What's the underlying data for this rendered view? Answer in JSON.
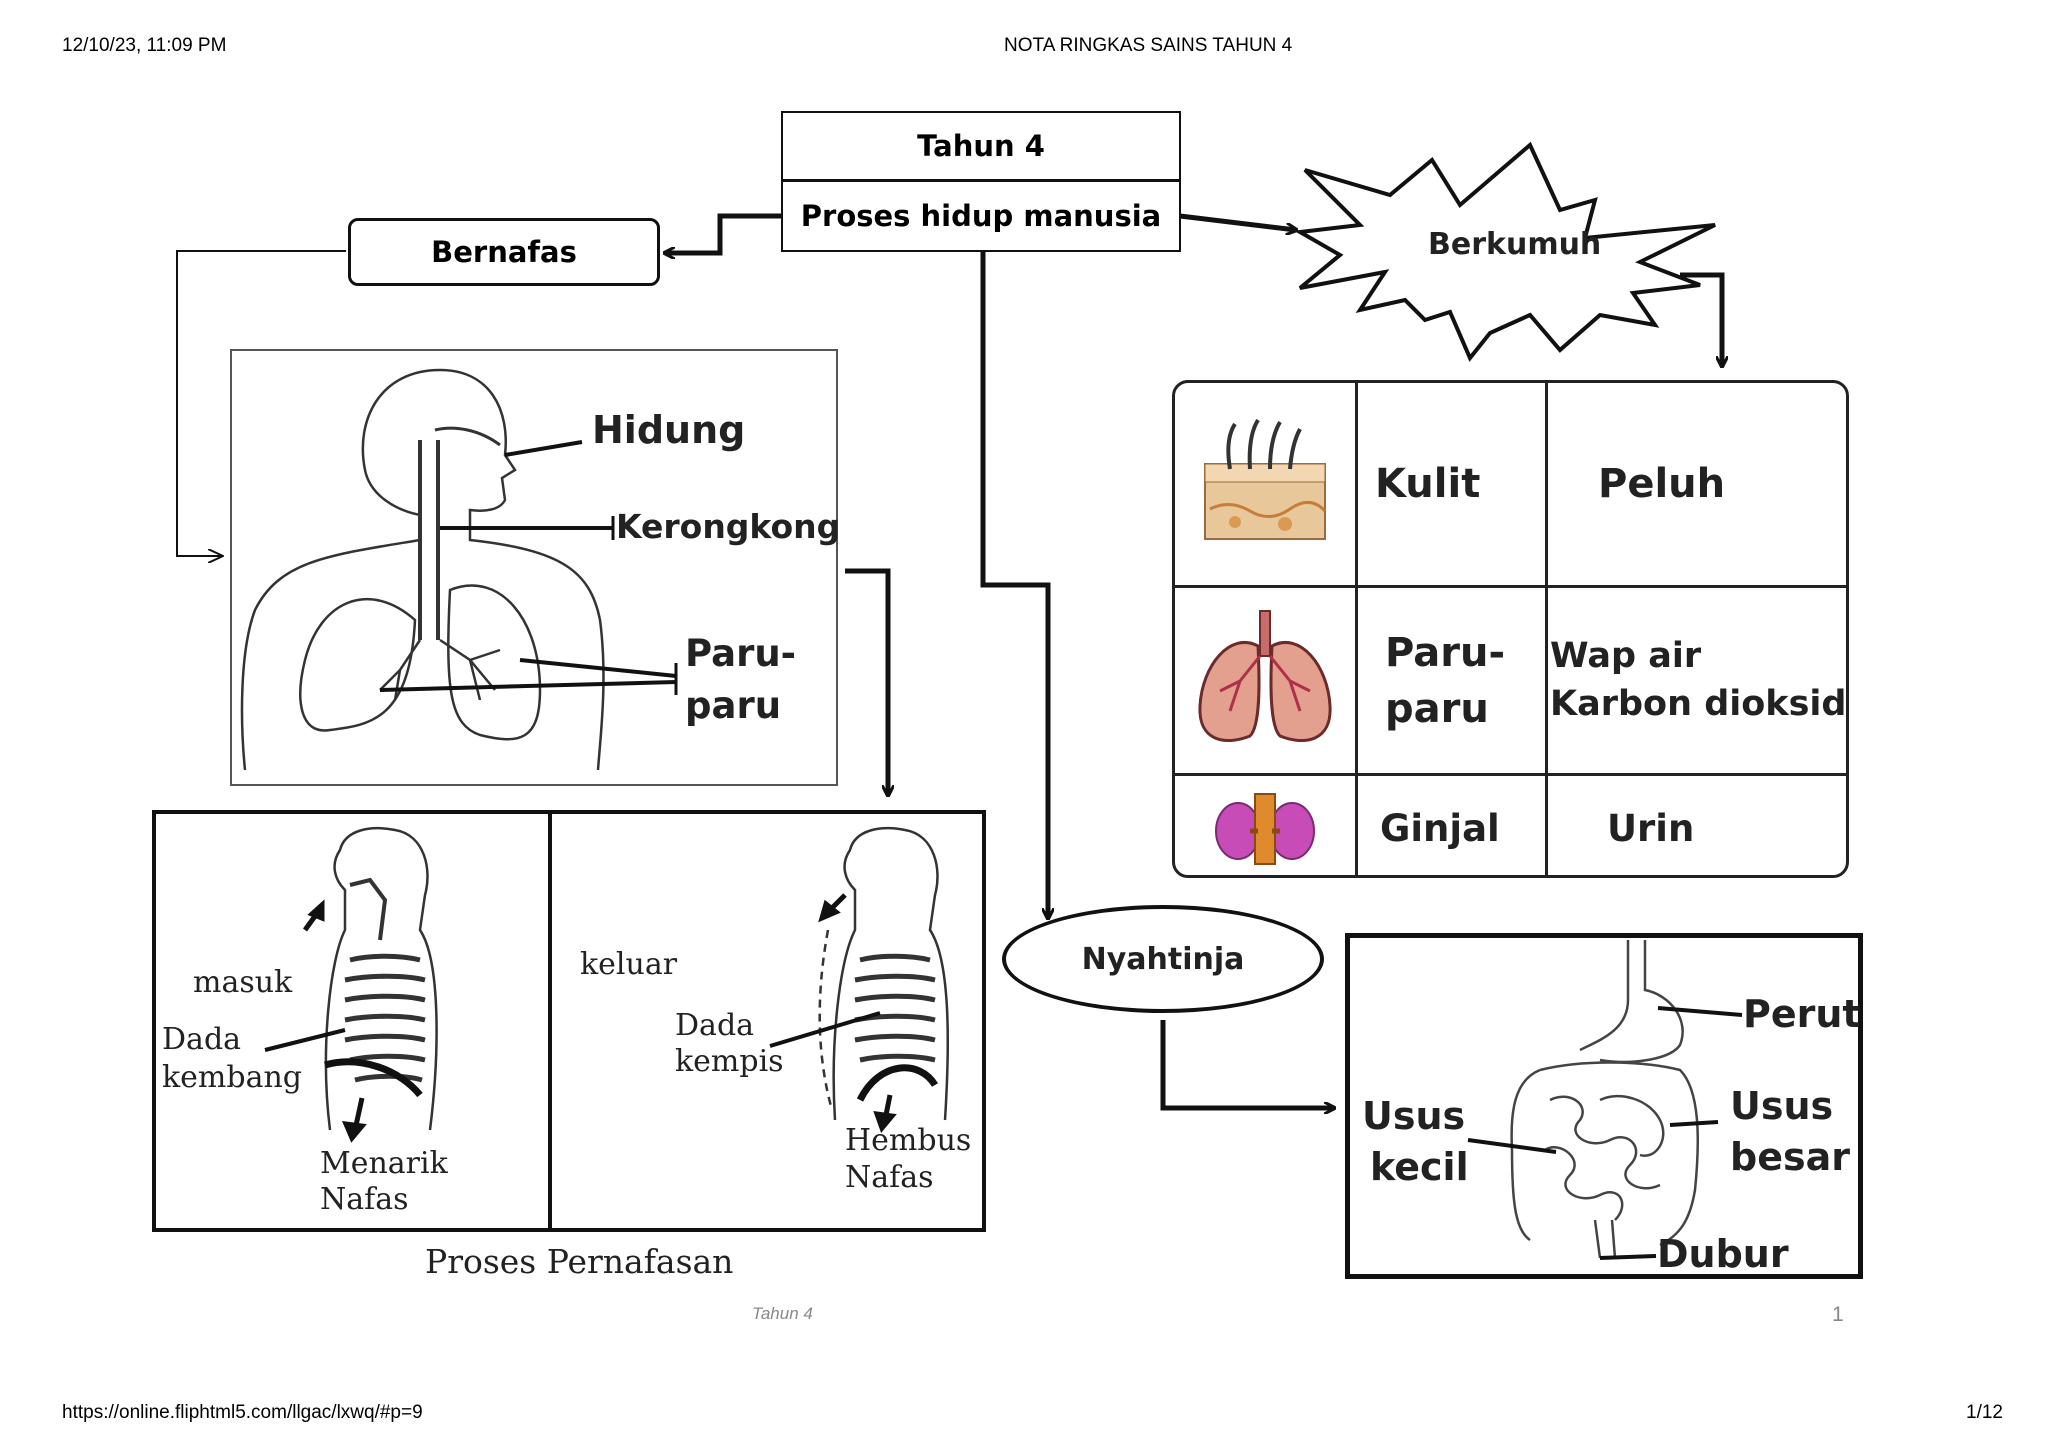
{
  "header": {
    "datetime": "12/10/23, 11:09 PM",
    "title": "NOTA RINGKAS SAINS TAHUN 4"
  },
  "footer": {
    "url": "https://online.fliphtml5.com/llgac/lxwq/#p=9",
    "page_count": "1/12",
    "page_label": "Tahun 4",
    "page_number": "1"
  },
  "diagram": {
    "top_box": {
      "title": "Tahun 4",
      "subtitle": "Proses hidup manusia"
    },
    "bernafas": "Bernafas",
    "berkumuh": "Berkumuh",
    "nyahtinja": "Nyahtinja",
    "respiratory_labels": {
      "hidung": "Hidung",
      "kerongkong": "Kerongkong",
      "paru_1": "Paru-",
      "paru_2": "paru"
    },
    "breathing": {
      "masuk": "masuk",
      "dada_kembang_1": "Dada",
      "dada_kembang_2": "kembang",
      "menarik_1": "Menarik",
      "menarik_2": "Nafas",
      "keluar": "keluar",
      "dada_kempis_1": "Dada",
      "dada_kempis_2": "kempis",
      "hembus_1": "Hembus",
      "hembus_2": "Nafas",
      "caption": "Proses Pernafasan"
    },
    "excretion_table": [
      {
        "icon": "skin-icon",
        "organ": "Kulit",
        "product": [
          "Peluh"
        ]
      },
      {
        "icon": "lungs-icon",
        "organ": [
          "Paru-",
          "paru"
        ],
        "product": [
          "Wap air",
          "Karbon dioksida"
        ]
      },
      {
        "icon": "kidneys-icon",
        "organ": "Ginjal",
        "product": [
          "Urin"
        ]
      }
    ],
    "digestive_labels": {
      "perut": "Perut",
      "usus_besar_1": "Usus",
      "usus_besar_2": "besar",
      "usus_kecil_1": "Usus",
      "usus_kecil_2": "kecil",
      "dubur": "Dubur"
    }
  }
}
